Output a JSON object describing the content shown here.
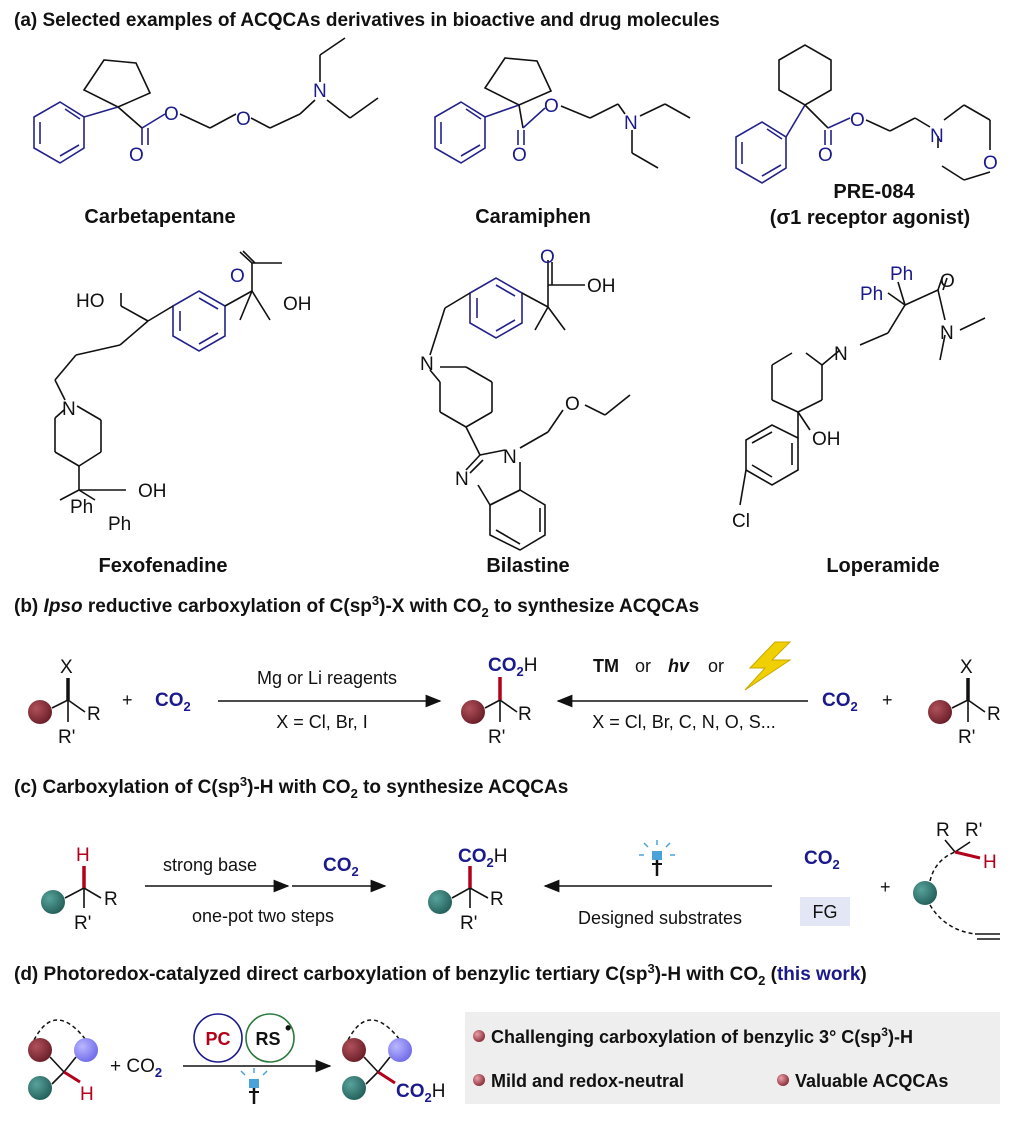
{
  "sections": {
    "a": {
      "prefix": "(a) Selected examples of ACQCAs derivatives in bioactive and drug molecules"
    },
    "b": {
      "prefix": "(b) ",
      "italic": "Ipso",
      "rest": " reductive carboxylation of C(sp",
      "sup": "3",
      "rest2": ")-X with CO",
      "sub": "2",
      "rest3": " to synthesize ACQCAs"
    },
    "c": {
      "prefix": "(c) Carboxylation of C(sp",
      "sup": "3",
      "rest": ")-H with CO",
      "sub": "2",
      "rest2": " to synthesize ACQCAs"
    },
    "d": {
      "prefix": "(d) Photoredox-catalyzed direct carboxylation of benzylic tertiary C(sp",
      "sup": "3",
      "rest": ")-H with CO",
      "sub": "2",
      "open": " (",
      "highlight": "this work",
      "close": ")"
    }
  },
  "molecules": {
    "carbetapentane": "Carbetapentane",
    "caramiphen": "Caramiphen",
    "pre084": "PRE-084",
    "pre084_note": "(σ1 receptor agonist)",
    "fexofenadine": "Fexofenadine",
    "bilastine": "Bilastine",
    "loperamide": "Loperamide"
  },
  "atoms": {
    "O": "O",
    "N": "N",
    "OH": "OH",
    "HO": "HO",
    "Ph": "Ph",
    "Cl": "Cl",
    "X": "X",
    "R": "R",
    "Rp": "R'",
    "H": "H",
    "CO2": "CO",
    "two": "2",
    "CO2H_main": "CO",
    "CO2H_H": "H"
  },
  "scheme_b": {
    "plus": "+",
    "arrow_top": "Mg or Li reagents",
    "arrow_bottom": "X = Cl, Br, I",
    "tm": "TM",
    "or1": "or",
    "hv": "hv",
    "or2": "or",
    "arrow2_bottom": "X = Cl, Br, C, N, O, S..."
  },
  "scheme_c": {
    "base": "strong base",
    "one_pot": "one-pot two steps",
    "designed": "Designed substrates",
    "fg": "FG",
    "plus": "+"
  },
  "scheme_d": {
    "plus_co2": "+ CO",
    "pc": "PC",
    "rs": "RS",
    "rs_dot": "•",
    "features": [
      "Challenging carboxylation of benzylic 3° C(sp",
      "3",
      ")-H",
      "Mild and redox-neutral",
      "Valuable ACQCAs"
    ]
  },
  "colors": {
    "dark_red_ball": "#7a2a34",
    "teal_ball": "#2f7670",
    "lilac_ball": "#8a86f0",
    "navy": "#1a1a8c",
    "red_bond": "#b3001b",
    "bolt": "#f0d000",
    "panel_gray": "#eeeeee"
  }
}
